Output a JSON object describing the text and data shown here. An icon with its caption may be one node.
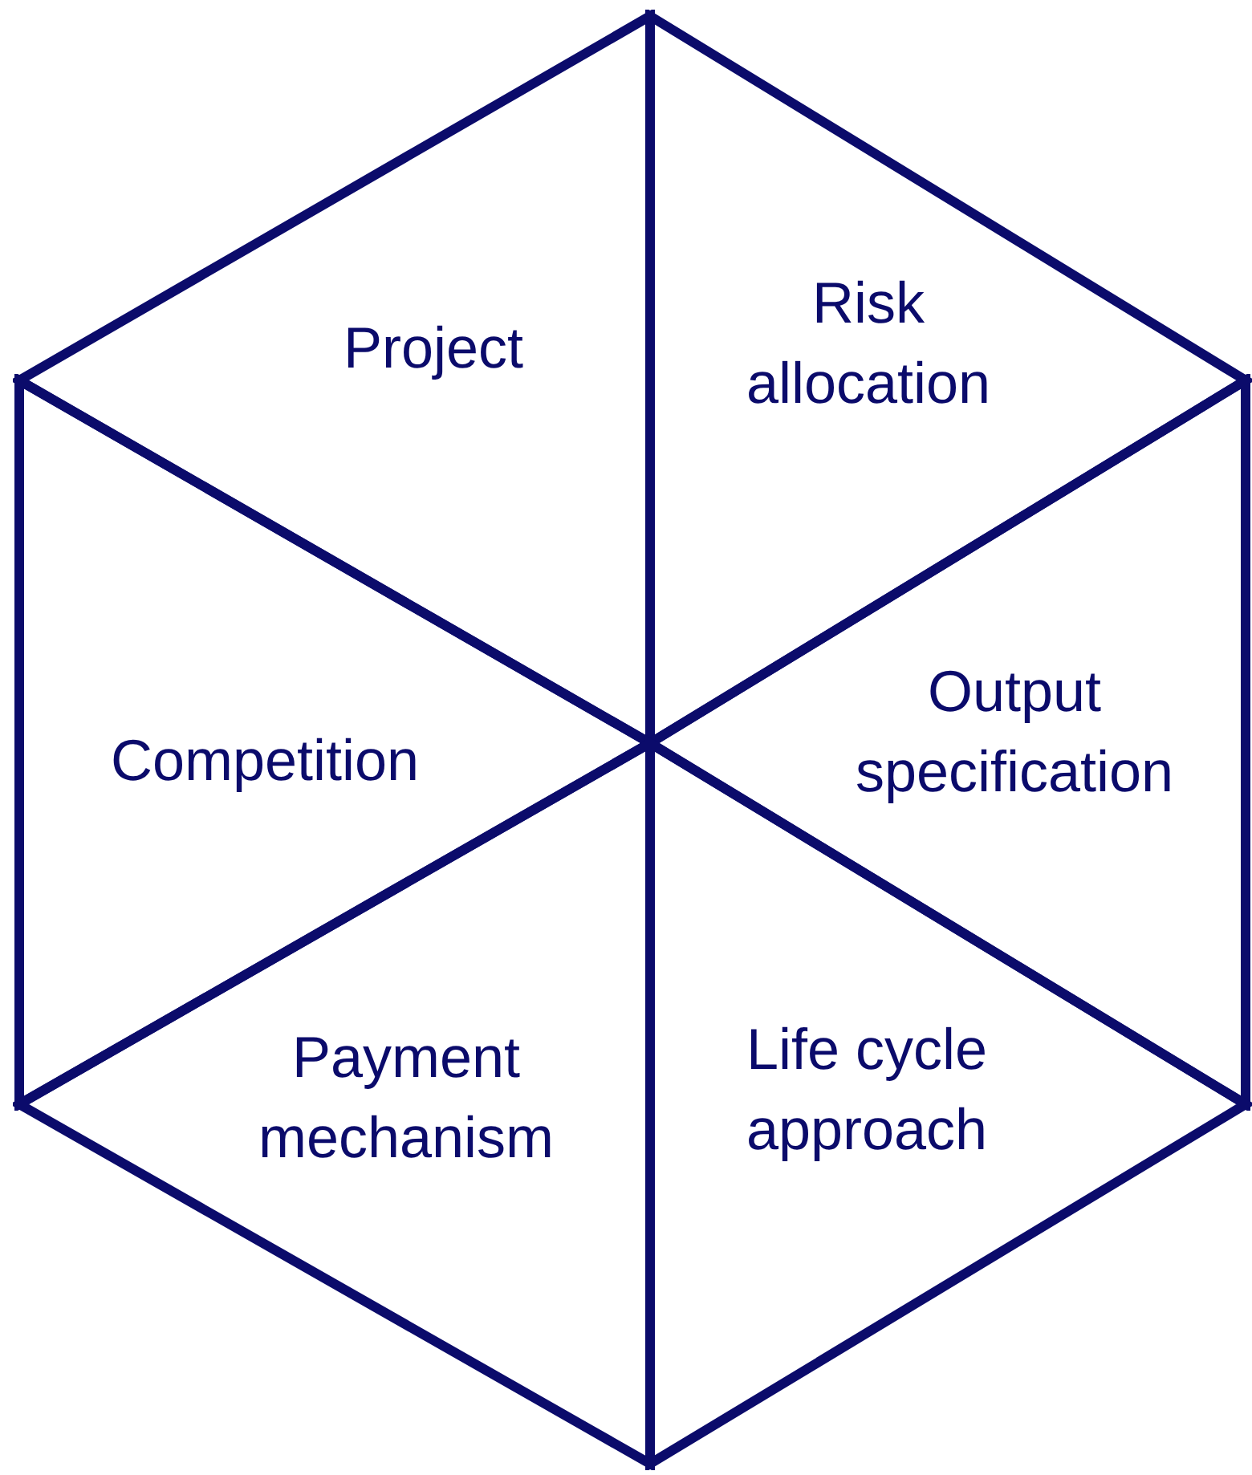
{
  "diagram": {
    "nodes": [
      {
        "text": [
          "Project"
        ]
      },
      {
        "text": [
          "Risk allocation"
        ]
      },
      {
        "text": [
          "Competition"
        ]
      },
      {
        "text": [
          "Output specification"
        ]
      },
      {
        "text": [
          "Payment mechanism"
        ]
      },
      {
        "text": [
          "Life cycle approach"
        ]
      }
    ]
  }
}
